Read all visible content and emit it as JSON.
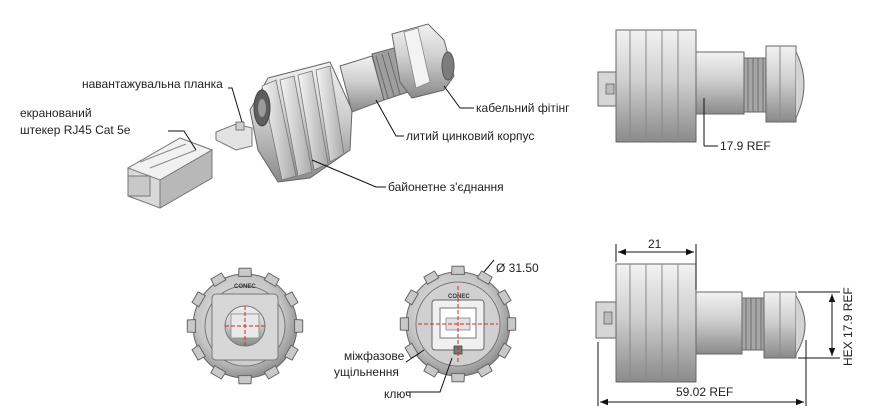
{
  "labels": {
    "loading_bar": "навантажувальна планка",
    "shielded_plug_line1": "екранований",
    "shielded_plug_line2": "штекер RJ45 Cat 5e",
    "cable_fitting": "кабельний фітінг",
    "zinc_housing": "литий цинковий корпус",
    "bayonet": "байонетне з'єднання",
    "interphase_seal_line1": "міжфазове",
    "interphase_seal_line2": "ущільнення",
    "key": "ключ"
  },
  "dimensions": {
    "ref_top": "17.9 REF",
    "diameter": "Ø 31.50",
    "width_21": "21",
    "hex_ref": "HEX 17.9 REF",
    "length_ref": "59.02 REF"
  },
  "logo": "CONEC",
  "colors": {
    "metal_light": "#e6e6e6",
    "metal_mid": "#b9b9b9",
    "metal_dark": "#6f6f6f",
    "leader": "#111111",
    "center_mark": "#d62828"
  }
}
